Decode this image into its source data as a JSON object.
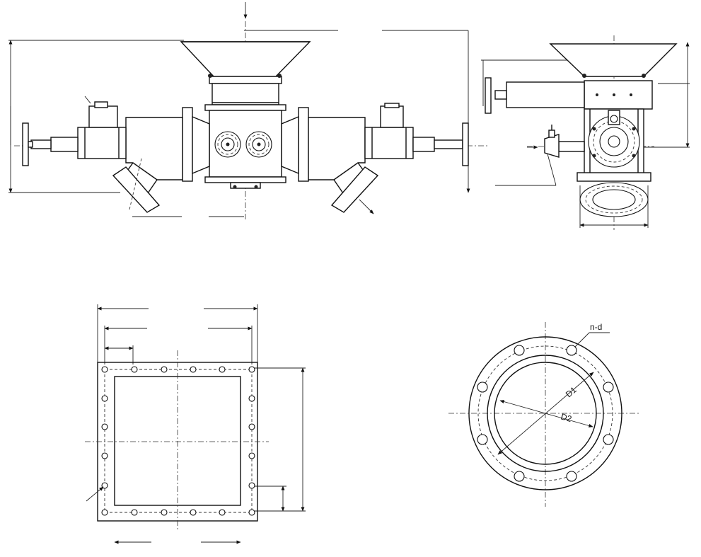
{
  "flange_labels": {
    "holes": "n-d",
    "inner_diameter": "D1",
    "outer_diameter": "D2"
  }
}
